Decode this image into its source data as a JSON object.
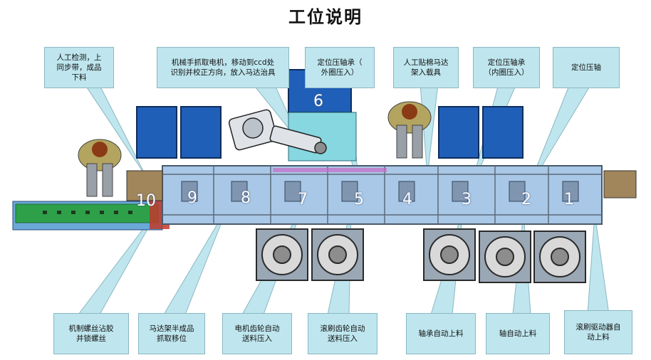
{
  "title": "工位说明",
  "callouts": {
    "manual_check": "人工检测，上\n同步带，成品\n下料",
    "robot": "机械手抓取电机，移动到ccd处\n识别并校正方向，放入马达治具",
    "outer_bearing": "定位压轴承（\n外圈压入）",
    "felt": "人工贴棉马达\n架入载具",
    "inner_bearing": "定位压轴承\n（内圈压入）",
    "shaft_press": "定位压轴",
    "screw": "机制螺丝沾胶\n并锁螺丝",
    "motor_frame": "马达架半成品\n抓取移位",
    "motor_gear": "电机齿轮自动\n送料压入",
    "brush_gear": "滚刷齿轮自动\n送料压入",
    "bearing_feed": "轴承自动上料",
    "shaft_feed": "轴自动上料",
    "driver_feed": "滚刷驱动器自\n动上料"
  },
  "stations": [
    "1",
    "2",
    "3",
    "4",
    "5",
    "6",
    "7",
    "8",
    "9",
    "10"
  ],
  "colors": {
    "callout_fill": "#bfe6ee",
    "conveyor_fill": "#a9c7e6",
    "panel_blue": "#1f5fb8",
    "belt_green": "#2ea04a"
  }
}
